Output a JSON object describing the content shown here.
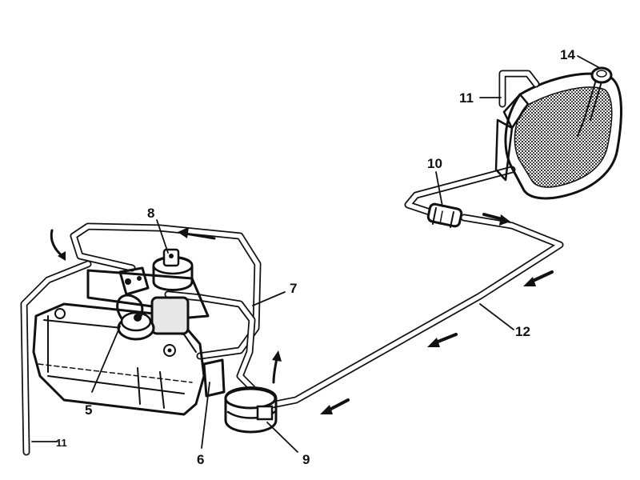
{
  "diagram": {
    "labels": {
      "l5": "5",
      "l6": "6",
      "l7": "7",
      "l8": "8",
      "l9": "9",
      "l10": "10",
      "l11_top": "11",
      "l11_bottom": "11",
      "l12": "12",
      "l14": "14"
    },
    "colors": {
      "ink": "#111111",
      "paper": "#ffffff",
      "mesh": "#7a7a7a"
    }
  }
}
